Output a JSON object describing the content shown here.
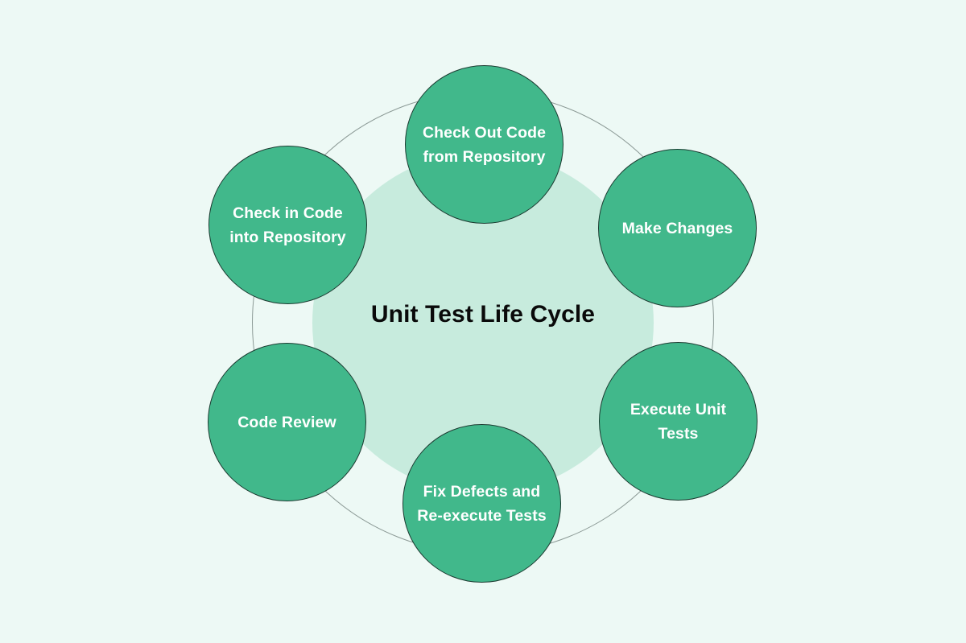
{
  "diagram": {
    "title": "Unit Test Life Cycle",
    "type": "cycle-diagram",
    "background_color": "#edf9f5",
    "inner_disc_color": "#c7ebdd",
    "node_fill_color": "#41b88b",
    "node_border_color": "#1b3a30",
    "node_text_color": "#ffffff",
    "title_text_color": "#0a0a0a",
    "ring_outline_color": "#8c9a96",
    "nodes": [
      {
        "id": "check-out-code-from-repository",
        "label": "Check Out Code from Repository",
        "position": "top",
        "order": 1
      },
      {
        "id": "make-changes",
        "label": "Make Changes",
        "position": "top-right",
        "order": 2
      },
      {
        "id": "execute-unit-tests",
        "label": "Execute Unit Tests",
        "position": "bottom-right",
        "order": 3
      },
      {
        "id": "fix-defects-and-re-execute-tests",
        "label": "Fix Defects and Re-execute Tests",
        "position": "bottom",
        "order": 4
      },
      {
        "id": "code-review",
        "label": "Code Review",
        "position": "bottom-left",
        "order": 5
      },
      {
        "id": "check-in-code-into-repository",
        "label": "Check in Code into Repository",
        "position": "top-left",
        "order": 6
      }
    ]
  }
}
